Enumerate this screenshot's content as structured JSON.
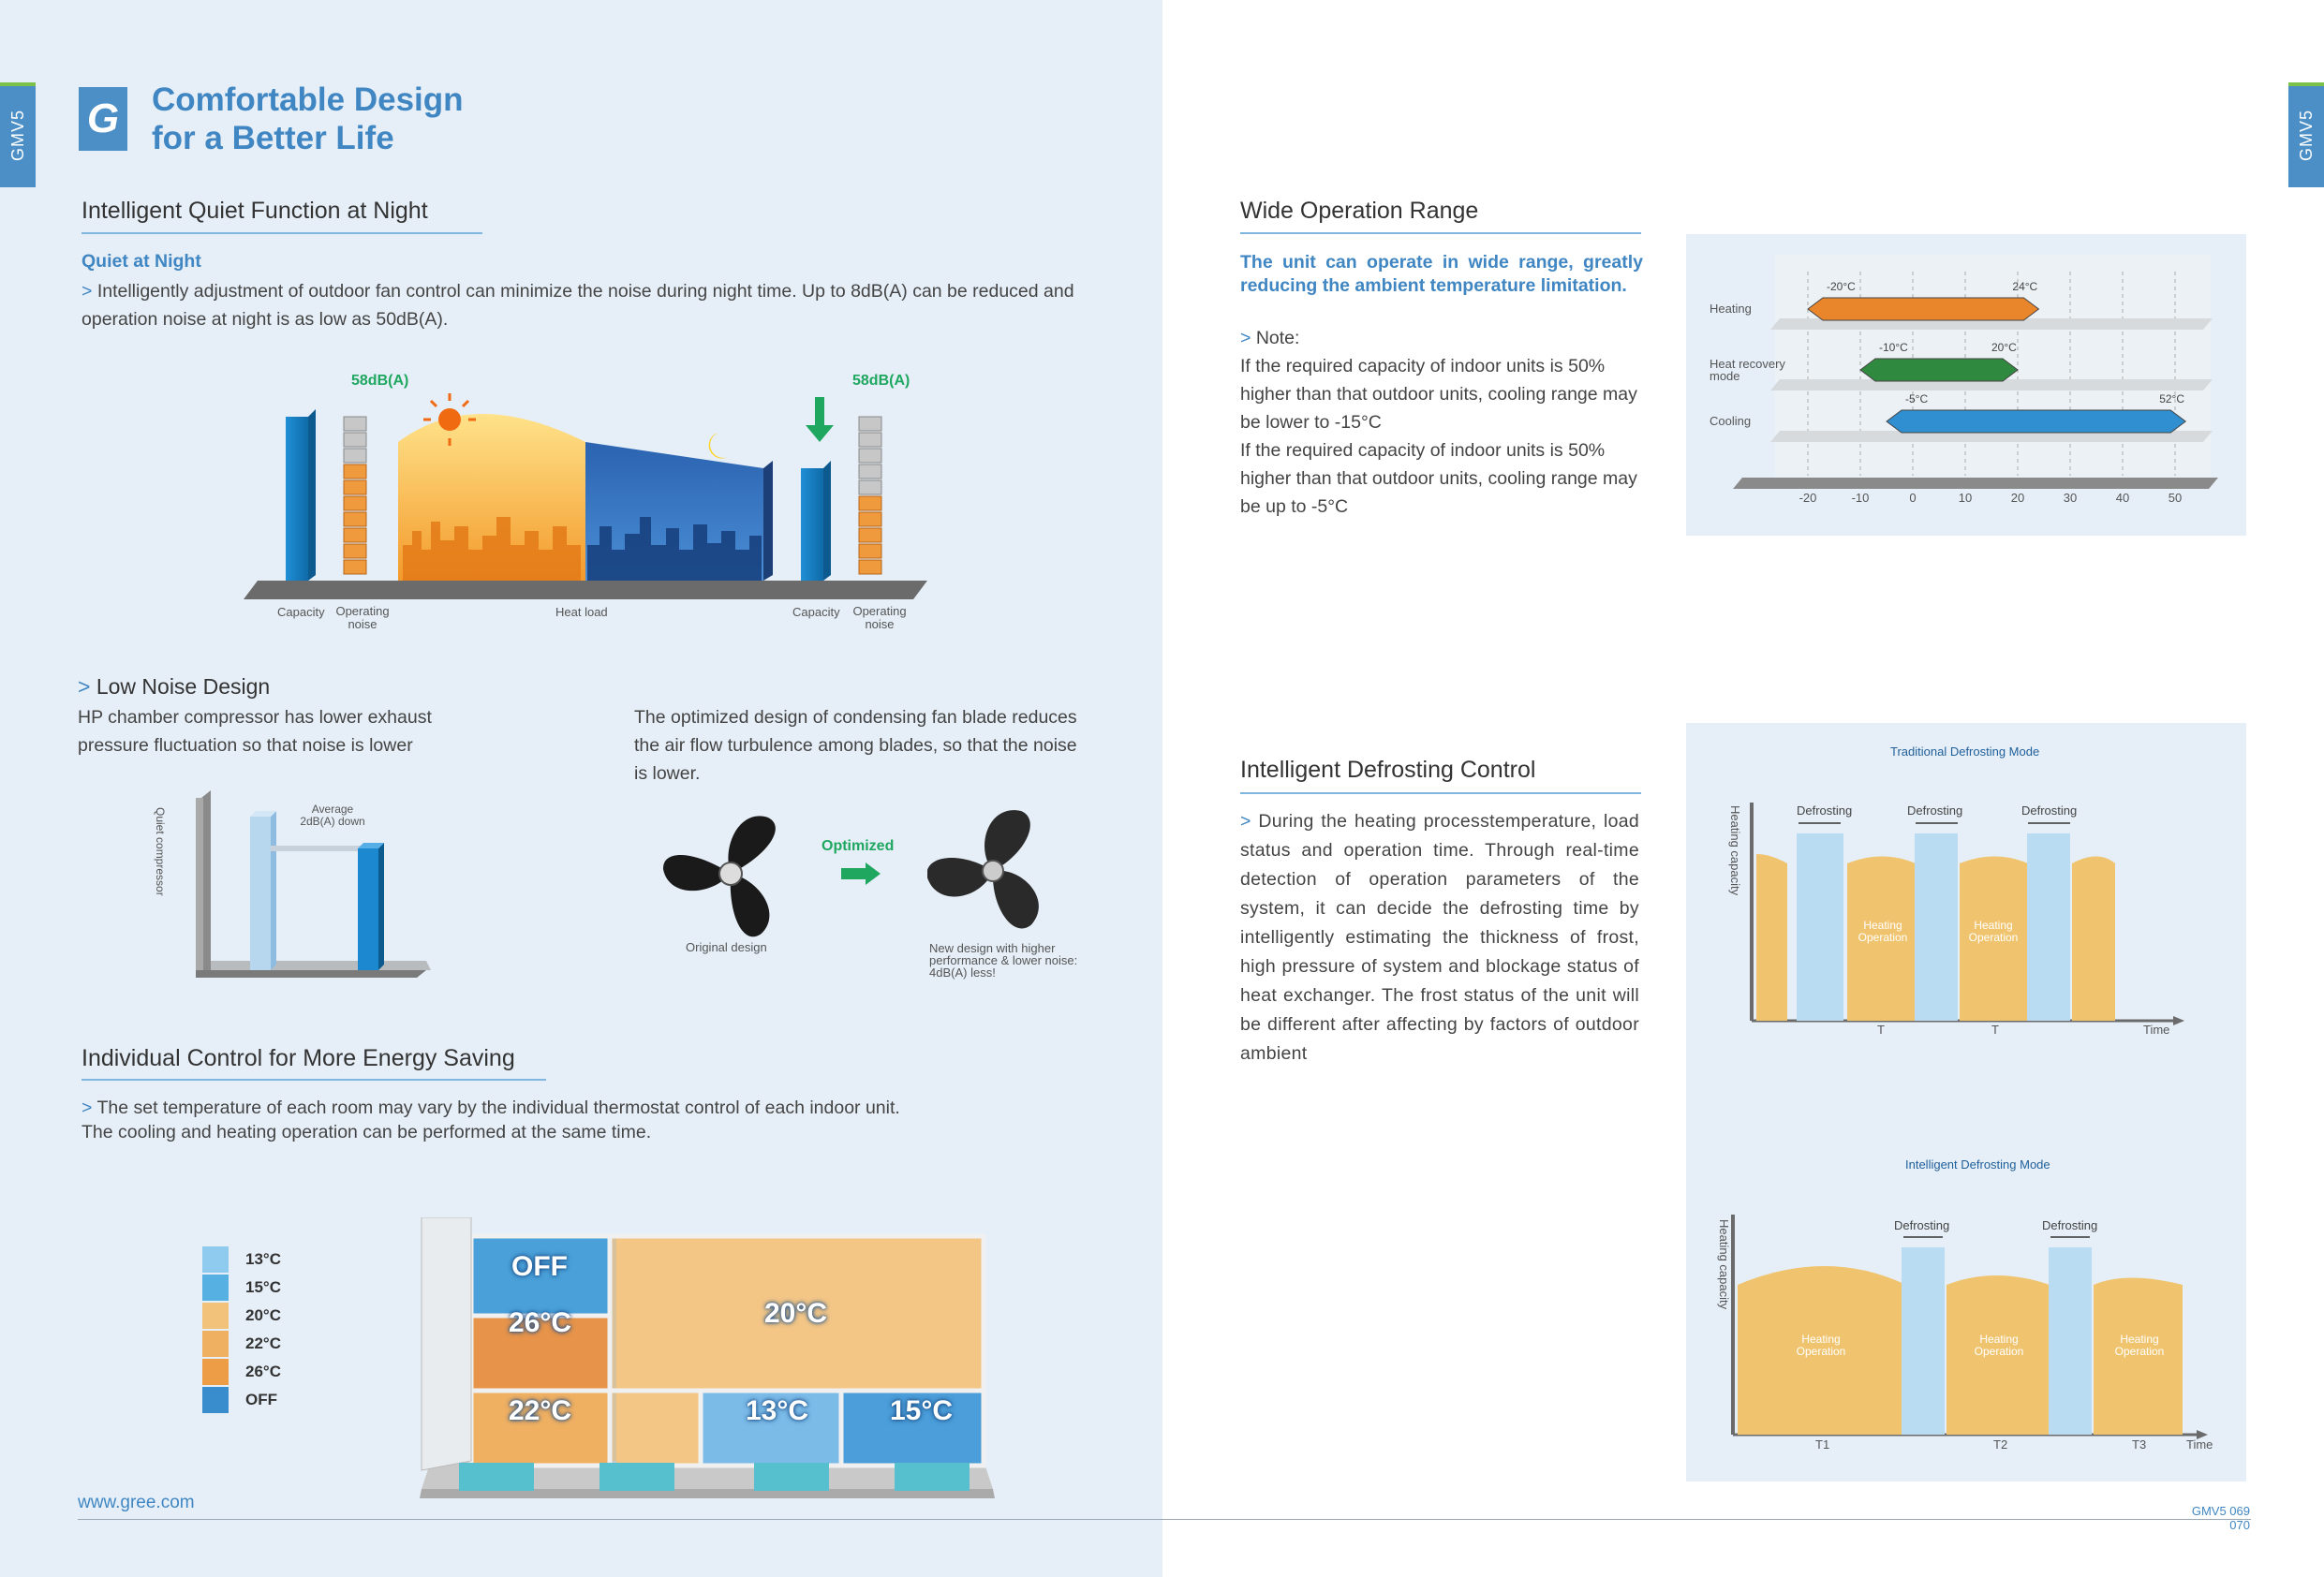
{
  "side_tabs": {
    "left": "GMV5",
    "right": "GMV5"
  },
  "logo_letter": "G",
  "header": {
    "line1": "Comfortable Design",
    "line2": "for a Better Life"
  },
  "quiet_night": {
    "title": "Intelligent Quiet Function at Night",
    "subtitle": "Quiet at Night",
    "arrow": ">",
    "text": "Intelligently adjustment of outdoor fan control can minimize the noise during night time. Up to 8dB(A) can be reduced and operation noise at night is as low as 50dB(A).",
    "fig": {
      "left_db": "58dB(A)",
      "right_db": "58dB(A)",
      "label_capacity_l": "Capacity",
      "label_noise_l": "Operating noise",
      "label_heatload": "Heat load",
      "label_capacity_r": "Capacity",
      "label_noise_r": "Operating noise"
    }
  },
  "low_noise": {
    "arrow": ">",
    "title": "Low Noise Design",
    "left_text": "HP chamber compressor has lower exhaust pressure fluctuation so that noise is lower",
    "right_text": "The optimized design of condensing fan blade reduces the air flow turbulence among blades, so that the noise is lower.",
    "compressor_axis": "Quiet compressor",
    "compressor_note": "Average 2dB(A) down",
    "fan_original": "Original design",
    "fan_optimized": "Optimized",
    "fan_new": "New design with higher performance & lower noise: 4dB(A) less!"
  },
  "individual": {
    "title": "Individual Control for More Energy Saving",
    "arrow": ">",
    "text1": "The set temperature of each room may vary by the individual thermostat control of each indoor unit.",
    "text2": "The cooling and heating operation can be performed at the same time.",
    "legend": [
      {
        "label": "13°C",
        "color": "#8ecbef"
      },
      {
        "label": "15°C",
        "color": "#57b0e2"
      },
      {
        "label": "20°C",
        "color": "#f2c27a"
      },
      {
        "label": "22°C",
        "color": "#f0b062"
      },
      {
        "label": "26°C",
        "color": "#ee9d47"
      },
      {
        "label": "OFF",
        "color": "#3a8dcc"
      }
    ],
    "rooms": {
      "off": "OFF",
      "r26": "26°C",
      "r20": "20°C",
      "r22": "22°C",
      "r13": "13°C",
      "r15": "15°C"
    }
  },
  "footer": {
    "url": "www.gree.com",
    "page_right": "GMV5 069",
    "page_num": "070"
  },
  "wide_range": {
    "title": "Wide Operation Range",
    "lead": "The unit can operate in wide range, greatly reducing the ambient temperature limitation.",
    "note_arrow": ">",
    "note_label": "Note:",
    "text1": "If the required capacity of indoor units is 50% higher than that outdoor units, cooling range may be lower to -15°C",
    "text2": "If the required capacity of indoor units is 50% higher than that outdoor units, cooling range may be up to -5°C",
    "chart": {
      "rows": [
        {
          "label": "Heating",
          "min": -20,
          "max": 24,
          "min_label": "-20°C",
          "max_label": "24°C",
          "color": "#e9862b"
        },
        {
          "label": "Heat recovery mode",
          "min": -10,
          "max": 20,
          "min_label": "-10°C",
          "max_label": "20°C",
          "color": "#2f8a3f"
        },
        {
          "label": "Cooling",
          "min": -5,
          "max": 52,
          "min_label": "-5°C",
          "max_label": "52°C",
          "color": "#2f8fd0"
        }
      ],
      "ticks": [
        "-20",
        "-10",
        "0",
        "10",
        "20",
        "30",
        "40",
        "50"
      ]
    }
  },
  "defrost": {
    "title": "Intelligent Defrosting Control",
    "arrow": ">",
    "text": "During the heating processtemperature, load status and operation time. Through real-time detection of operation parameters of the system, it can decide the defrosting time by intelligently estimating the thickness of frost, high pressure of system and blockage status of heat exchanger. The frost status of the unit will be different after affecting by factors of outdoor ambient",
    "traditional": {
      "title": "Traditional Defrosting Mode",
      "y_axis": "Heating capacity",
      "defrost_label": "Defrosting",
      "heating_label": "Heating Operation",
      "t_label": "T",
      "time_label": "Time"
    },
    "intelligent": {
      "title": "Intelligent Defrosting Mode",
      "y_axis": "Heating capacity",
      "defrost_label": "Defrosting",
      "heating_label": "Heating Operation",
      "t1": "T1",
      "t2": "T2",
      "t3": "T3",
      "time_label": "Time"
    }
  }
}
